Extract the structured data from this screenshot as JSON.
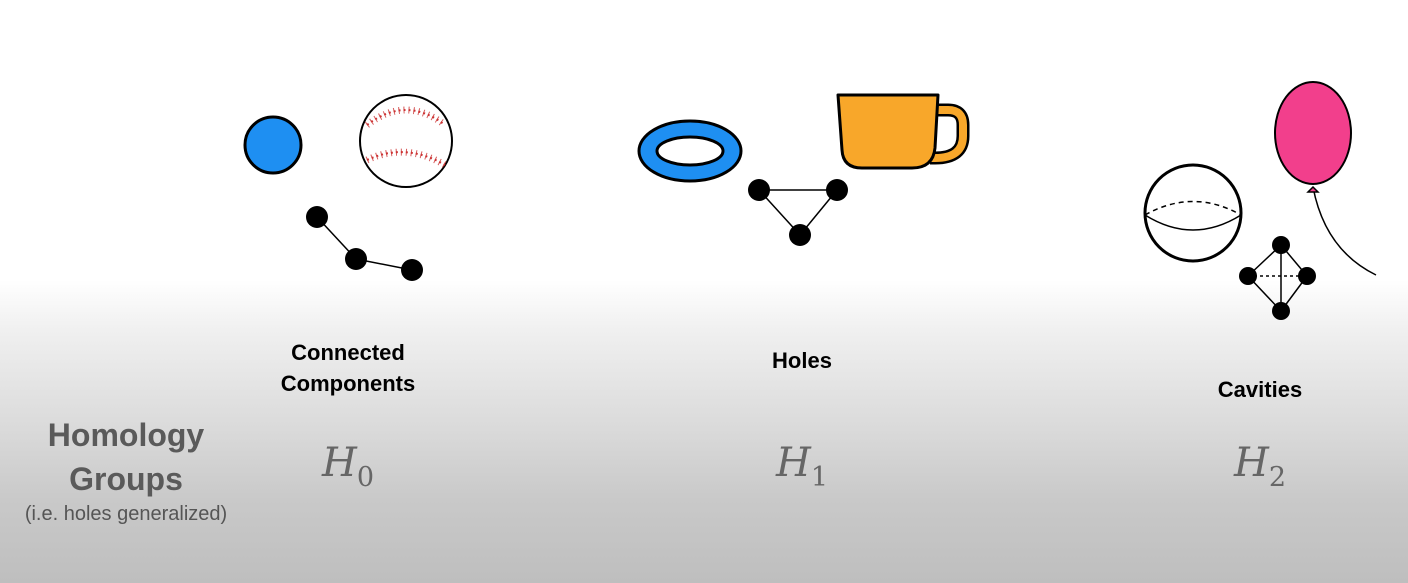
{
  "row_title": {
    "title": "Homology\nGroups",
    "subtitle": "(i.e. holes generalized)"
  },
  "columns": [
    {
      "label": "Connected\nComponents",
      "symbol": "H",
      "index": "0"
    },
    {
      "label": "Holes",
      "symbol": "H",
      "index": "1"
    },
    {
      "label": "Cavities",
      "symbol": "H",
      "index": "2"
    }
  ],
  "colors": {
    "blue": "#1e8ff2",
    "orange": "#f8a72a",
    "pink": "#f23f8c",
    "stitch_red": "#cc3333",
    "ink": "#000000"
  }
}
